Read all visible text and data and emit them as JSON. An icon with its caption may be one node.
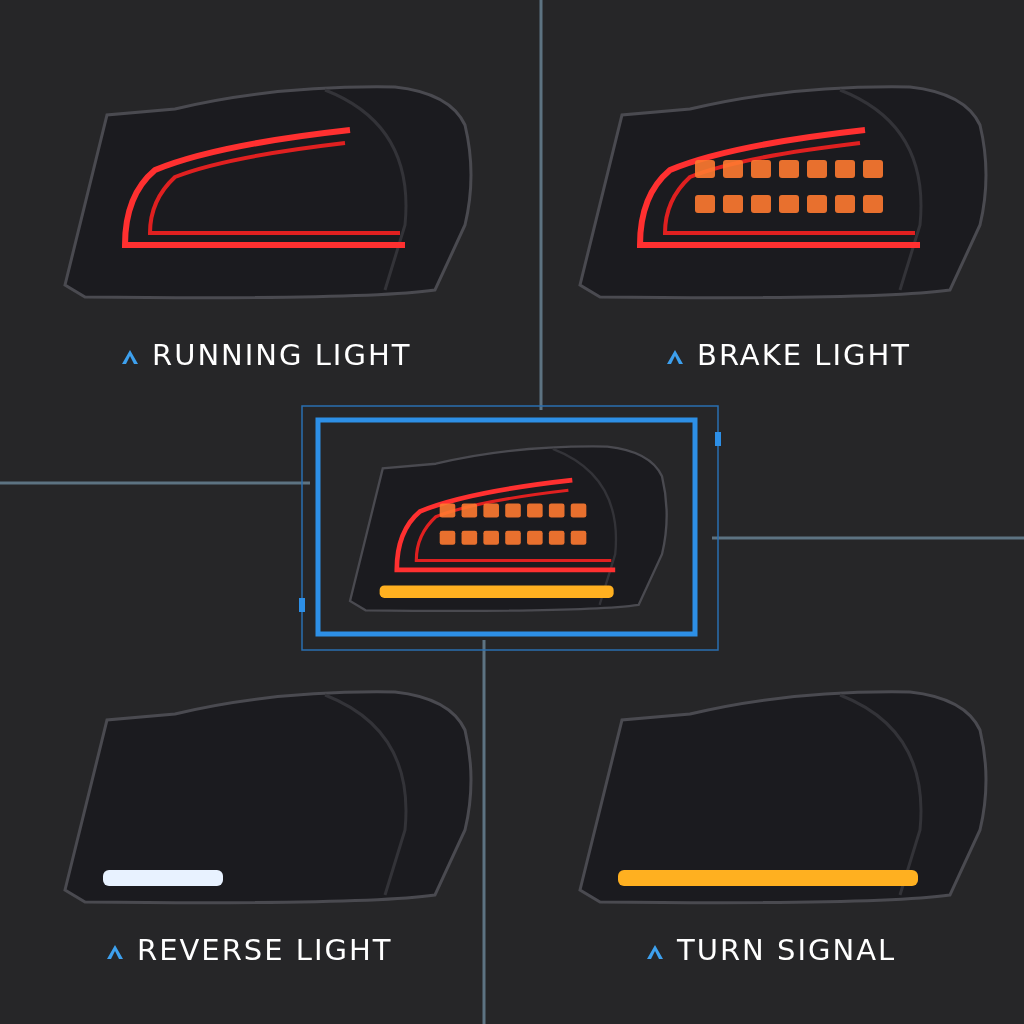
{
  "diagram": {
    "labels": [
      "RUNNING LIGHT",
      "BRAKE LIGHT",
      "REVERSE LIGHT",
      "TURN SIGNAL"
    ]
  }
}
